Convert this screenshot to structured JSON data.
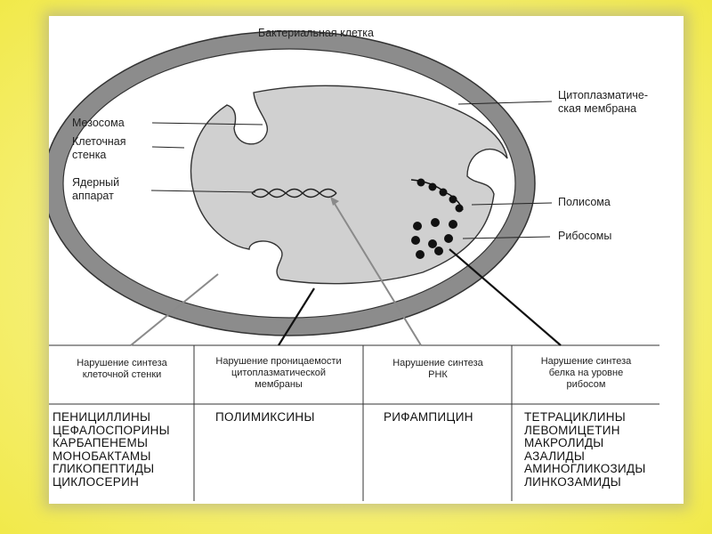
{
  "title": "Бактериальная клетка",
  "labels": {
    "mesosome": "Мезосома",
    "cell_wall": [
      "Клеточная",
      "стенка"
    ],
    "nuclear": [
      "Ядерный",
      "аппарат"
    ],
    "cytoplasmic_membrane": [
      "Цитоплазматиче-",
      "ская мембрана"
    ],
    "polysome": "Полисома",
    "ribosomes": "Рибосомы"
  },
  "columns": [
    {
      "header": [
        "Нарушение синтеза",
        "клеточной стенки"
      ],
      "drugs": [
        "ПЕНИЦИЛЛИНЫ",
        "ЦЕФАЛОСПОРИНЫ",
        "КАРБАПЕНЕМЫ",
        "МОНОБАКТАМЫ",
        "ГЛИКОПЕПТИДЫ",
        "ЦИКЛОСЕРИН"
      ]
    },
    {
      "header": [
        "Нарушение проницаемости",
        "цитоплазматической",
        "мембраны"
      ],
      "drugs": [
        "ПОЛИМИКСИНЫ"
      ]
    },
    {
      "header": [
        "Нарушение синтеза",
        "РНК"
      ],
      "drugs": [
        "РИФАМПИЦИН"
      ]
    },
    {
      "header": [
        "Нарушение синтеза",
        "белка на уровне",
        "рибосом"
      ],
      "drugs": [
        "ТЕТРАЦИКЛИНЫ",
        "ЛЕВОМИЦЕТИН",
        "МАКРОЛИДЫ",
        "АЗАЛИДЫ",
        "АМИНОГЛИКОЗИДЫ",
        "ЛИНКОЗАМИДЫ"
      ]
    }
  ],
  "colors": {
    "background": "#f3ec5c",
    "cell_wall": "#8a8a8a",
    "cytoplasm": "#d0d0d0",
    "lines": "#111111"
  }
}
